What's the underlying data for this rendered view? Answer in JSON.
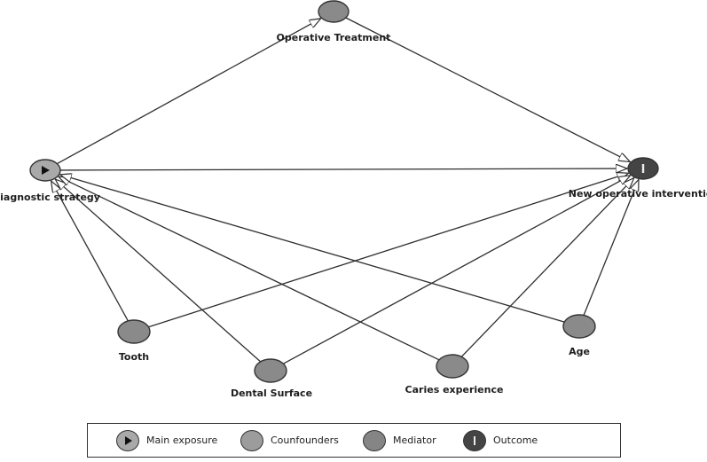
{
  "colors": {
    "exposure_fill": "#a9a9a9",
    "mediator_fill": "#8a8a8a",
    "confounder_fill": "#8a8a8a",
    "outcome_fill": "#444444",
    "legend_confounder_fill": "#9c9c9c",
    "legend_mediator_fill": "#858585",
    "edge": "#2e2e2e"
  },
  "nodes": [
    {
      "id": "operative_treatment",
      "label": "Operative Treatment",
      "role": "mediator"
    },
    {
      "id": "diagnostic_strategy",
      "label": "Diagnostic strategy",
      "role": "exposure"
    },
    {
      "id": "new_operative_intervention",
      "label": "New operative intervention",
      "role": "outcome"
    },
    {
      "id": "tooth",
      "label": "Tooth",
      "role": "confounder"
    },
    {
      "id": "dental_surface",
      "label": "Dental Surface",
      "role": "confounder"
    },
    {
      "id": "caries_experience",
      "label": "Caries experience",
      "role": "confounder"
    },
    {
      "id": "age",
      "label": "Age",
      "role": "confounder"
    }
  ],
  "edges": [
    {
      "from": "diagnostic_strategy",
      "to": "operative_treatment"
    },
    {
      "from": "operative_treatment",
      "to": "new_operative_intervention"
    },
    {
      "from": "diagnostic_strategy",
      "to": "new_operative_intervention"
    },
    {
      "from": "tooth",
      "to": "diagnostic_strategy"
    },
    {
      "from": "tooth",
      "to": "new_operative_intervention"
    },
    {
      "from": "dental_surface",
      "to": "diagnostic_strategy"
    },
    {
      "from": "dental_surface",
      "to": "new_operative_intervention"
    },
    {
      "from": "caries_experience",
      "to": "diagnostic_strategy"
    },
    {
      "from": "caries_experience",
      "to": "new_operative_intervention"
    },
    {
      "from": "age",
      "to": "diagnostic_strategy"
    },
    {
      "from": "age",
      "to": "new_operative_intervention"
    }
  ],
  "legend": {
    "main_exposure": "Main exposure",
    "confounders": "Counfounders",
    "mediator": "Mediator",
    "outcome": "Outcome"
  }
}
